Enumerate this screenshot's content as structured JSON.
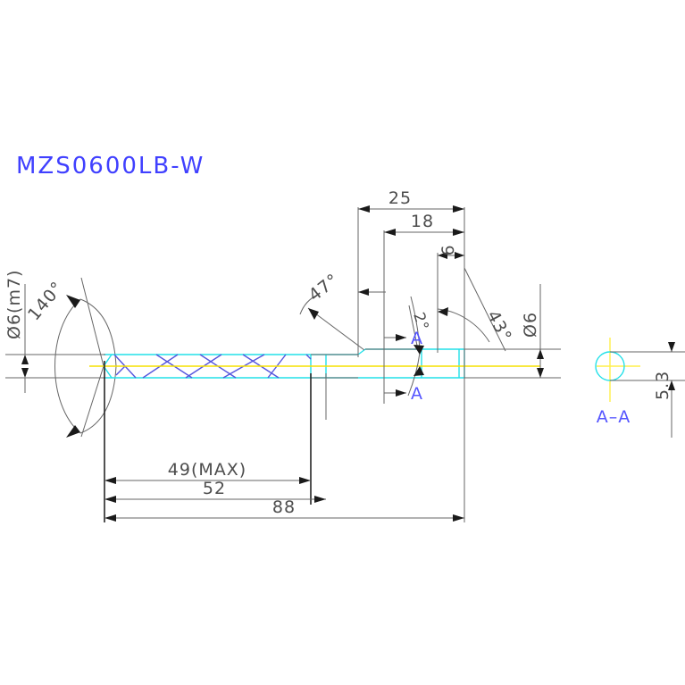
{
  "drawing": {
    "title": "MZS0600LB-W",
    "title_color": "#4040ff",
    "background": "#ffffff",
    "part_type": "drill / cutting tool engineering drawing"
  },
  "dimensions": {
    "shank_diameter": "Ø6(m7)",
    "point_angle": "140°",
    "overall_length": "88",
    "length_52": "52",
    "flute_length_max": "49(MAX)",
    "dim_25": "25",
    "dim_18": "18",
    "dim_6": "6",
    "angle_47": "47°",
    "angle_2": "2°",
    "angle_43": "43°",
    "tip_diameter": "Ø6",
    "section_thickness": "5.3"
  },
  "section": {
    "label": "A–A",
    "marker_top": "A",
    "marker_bottom": "A"
  },
  "colors": {
    "outline_cyan": "#22e0e8",
    "flute_blue": "#5555dd",
    "centerline_yellow": "#ffef4a",
    "dimension_gray": "#4d4d4d",
    "annotation_blue": "#5555ff"
  }
}
